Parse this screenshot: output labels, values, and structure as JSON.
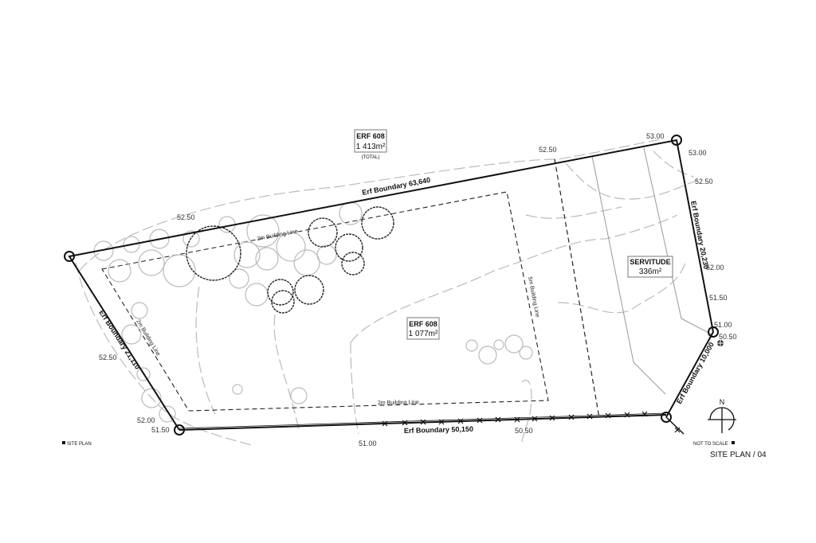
{
  "title": "SITE PLAN / 04",
  "legend_left": "SITE PLAN",
  "legend_right": "NOT TO SCALE",
  "north_label": "N",
  "erf_total": {
    "name": "ERF 608",
    "area": "1 413m²",
    "note": "(TOTAL)"
  },
  "erf_net": {
    "name": "ERF 608",
    "area": "1 077m²"
  },
  "servitude": {
    "name": "SERVITUDE",
    "area": "336m²"
  },
  "boundaries": {
    "north": "Erf Boundary 63,640",
    "east": "Erf Boundary 20,230",
    "southeast": "Erf Boundary 10,000",
    "south": "Erf Boundary 50,150",
    "west": "Erf Boundary 21,110"
  },
  "building_lines": {
    "north": "2m Building Line",
    "west": "2m Building Line",
    "south": "2m Building Line",
    "east": "5m Building Line"
  },
  "levels": [
    "52.50",
    "52.50",
    "53.00",
    "53.00",
    "52.50",
    "52.00",
    "51.50",
    "51.00",
    "50.50",
    "52.50",
    "52.00",
    "51.50",
    "51.00",
    "50.50"
  ]
}
